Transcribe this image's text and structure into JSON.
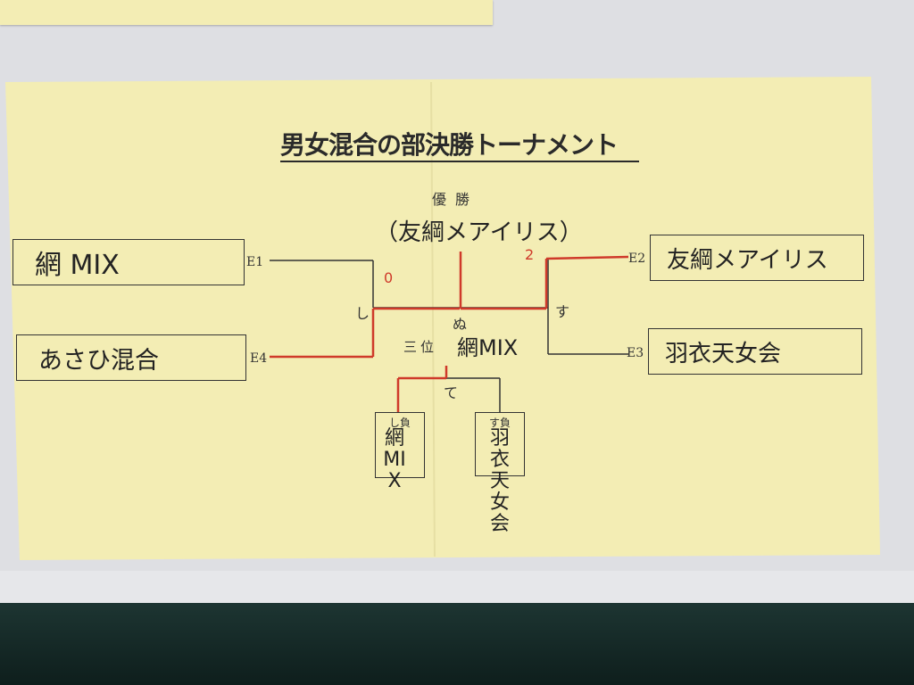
{
  "title": "男女混合の部決勝トーナメント",
  "champion": {
    "label": "優勝",
    "name": "（友綱メアイリス）"
  },
  "teams": [
    {
      "code": "E1",
      "name": "網 MIX"
    },
    {
      "code": "E4",
      "name": "あさひ混合"
    },
    {
      "code": "E2",
      "name": "友綱メアイリス"
    },
    {
      "code": "E3",
      "name": "羽衣天女会"
    }
  ],
  "matches": {
    "left": "し",
    "right": "す",
    "final": "ぬ",
    "third": "て"
  },
  "scores": {
    "left_winner": "0",
    "right_winner": "2"
  },
  "third_place": {
    "label": "三位",
    "name": "網MIX"
  },
  "losers": [
    {
      "tag": "し負",
      "name": "網MIX"
    },
    {
      "tag": "す負",
      "name": "羽衣天女会"
    }
  ],
  "colors": {
    "paper": "#f3edb4",
    "ink": "#333333",
    "marker": "#cf3a2a",
    "wall": "#dedfe3",
    "floor": "#12302c"
  }
}
